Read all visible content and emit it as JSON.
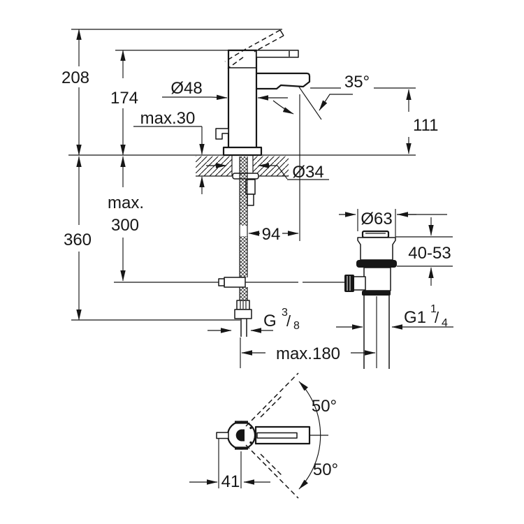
{
  "drawing": {
    "kind": "technical-dimension-drawing",
    "views": [
      "side-elevation",
      "top-plan"
    ]
  },
  "colors": {
    "line": "#161616",
    "background": "#ffffff"
  },
  "labels": {
    "total_height": "208",
    "body_height": "174",
    "counter_thickness_max": "max.30",
    "body_diameter": "Ø48",
    "stream_angle": "35°",
    "outlet_height": "111",
    "hole_diameter": "Ø34",
    "rod_length_max_line1": "max.",
    "rod_length_max_line2": "300",
    "depth_below_total": "360",
    "spout_reach": "94",
    "waste_flange_diameter": "Ø63",
    "deck_thickness_range": "40-53",
    "spread_max": "max.180",
    "swivel_angle_upper": "50°",
    "swivel_angle_lower": "50°",
    "handle_center_offset": "41",
    "supply_thread": {
      "base": "G",
      "sup": "3",
      "slash": "/",
      "sub": "8"
    },
    "waste_thread": {
      "base": "G1",
      "sup": "1",
      "slash": "/",
      "sub": "4"
    }
  }
}
